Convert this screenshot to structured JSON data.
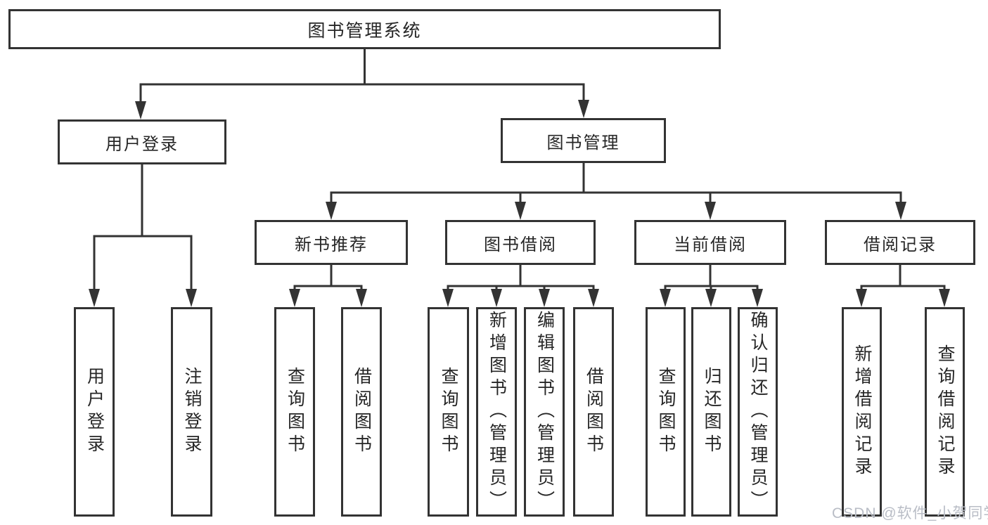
{
  "diagram": {
    "root": {
      "label": "图书管理系统"
    },
    "level2": [
      {
        "id": "user-login",
        "label": "用户登录"
      },
      {
        "id": "book-management",
        "label": "图书管理"
      }
    ],
    "level3": [
      {
        "id": "new-book-recommend",
        "label": "新书推荐"
      },
      {
        "id": "book-borrow",
        "label": "图书借阅"
      },
      {
        "id": "current-borrow",
        "label": "当前借阅"
      },
      {
        "id": "borrow-records",
        "label": "借阅记录"
      }
    ],
    "leaves": [
      {
        "id": "user-login-leaf",
        "label": "用户登录",
        "parent": "user-login"
      },
      {
        "id": "logout-leaf",
        "label": "注销登录",
        "parent": "user-login"
      },
      {
        "id": "recommend-query-books",
        "label": "查询图书",
        "parent": "new-book-recommend"
      },
      {
        "id": "recommend-borrow-books",
        "label": "借阅图书",
        "parent": "new-book-recommend"
      },
      {
        "id": "borrow-query-books",
        "label": "查询图书",
        "parent": "book-borrow"
      },
      {
        "id": "borrow-add-books",
        "label": "新增图书（管理员）",
        "parent": "book-borrow"
      },
      {
        "id": "borrow-edit-books",
        "label": "编辑图书（管理员）",
        "parent": "book-borrow"
      },
      {
        "id": "borrow-borrow-books",
        "label": "借阅图书",
        "parent": "book-borrow"
      },
      {
        "id": "current-query-books",
        "label": "查询图书",
        "parent": "current-borrow"
      },
      {
        "id": "current-return-books",
        "label": "归还图书",
        "parent": "current-borrow"
      },
      {
        "id": "current-confirm-return",
        "label": "确认归还（管理员）",
        "parent": "current-borrow"
      },
      {
        "id": "record-add",
        "label": "新增借阅记录",
        "parent": "borrow-records"
      },
      {
        "id": "record-query",
        "label": "查询借阅记录",
        "parent": "borrow-records"
      }
    ]
  },
  "watermark": {
    "text": "CSDN @软件_小贺同学"
  },
  "colors": {
    "line": "#333333",
    "text": "#262626",
    "watermark": "#b9bdc6",
    "background": "#ffffff"
  }
}
